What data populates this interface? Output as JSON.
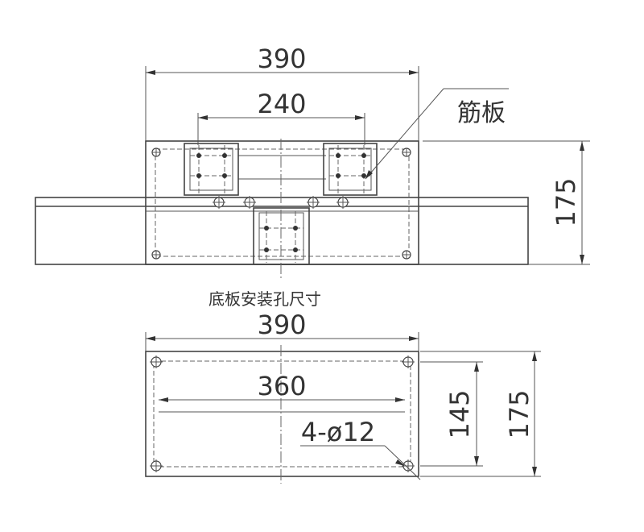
{
  "front_view": {
    "dim_overall_width": "390",
    "dim_center_width": "240",
    "dim_height": "175",
    "rib_label": "筋板"
  },
  "base_plate_view": {
    "title": "底板安装孔尺寸",
    "dim_overall_width": "390",
    "dim_hole_spacing_x": "360",
    "dim_hole_spacing_y": "145",
    "dim_height": "175",
    "hole_callout": "4-ø12"
  },
  "colors": {
    "line": "#444444",
    "text": "#333333"
  }
}
